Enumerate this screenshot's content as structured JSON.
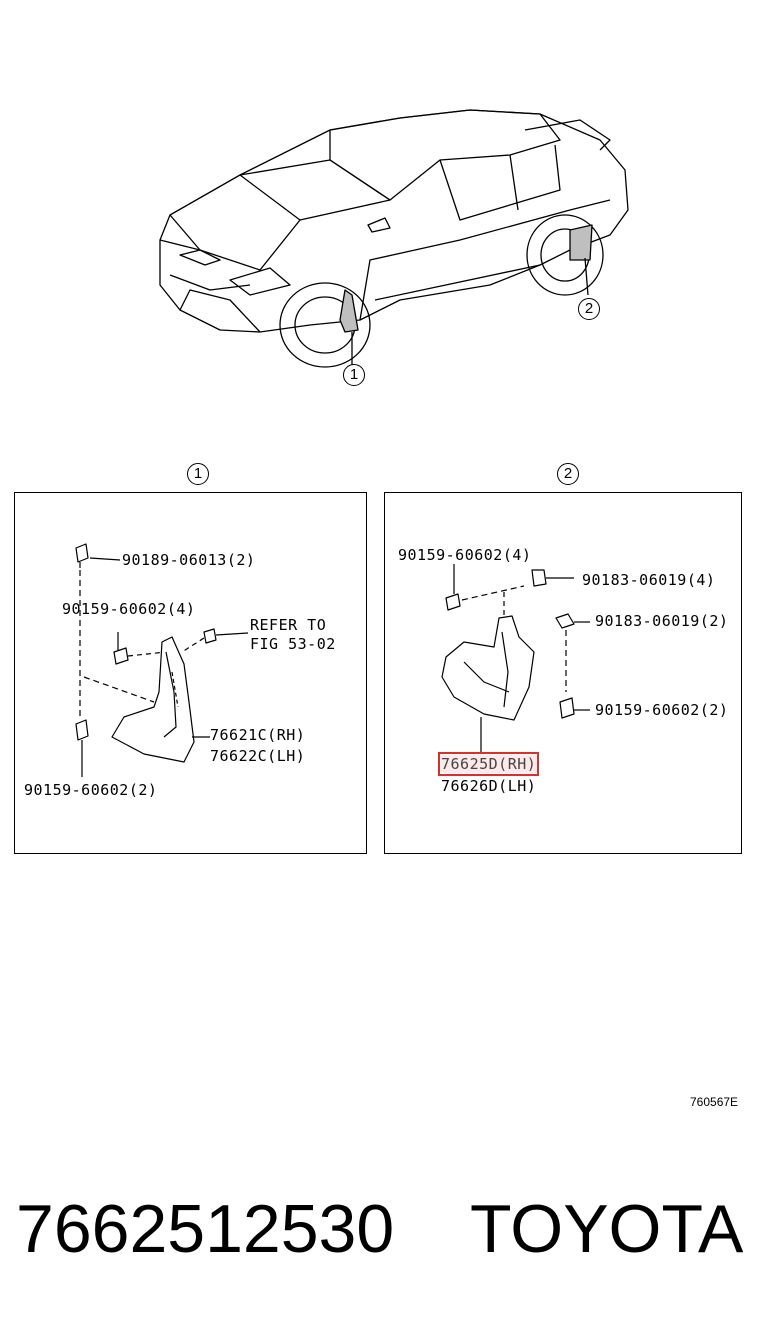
{
  "overview": {
    "callout1": "1",
    "callout2": "2"
  },
  "panel1": {
    "number": "1",
    "labels": {
      "clip": "90189-06013(2)",
      "screw_top": "90159-60602(4)",
      "refer_line1": "REFER TO",
      "refer_line2": "FIG 53-02",
      "part_rh": "76621C(RH)",
      "part_lh": "76622C(LH)",
      "screw_bottom": "90159-60602(2)"
    }
  },
  "panel2": {
    "number": "2",
    "labels": {
      "screw_top": "90159-60602(4)",
      "nut_top": "90183-06019(4)",
      "nut_mid": "90183-06019(2)",
      "screw_right": "90159-60602(2)",
      "part_rh": "76625D(RH)",
      "part_lh": "76626D(LH)"
    },
    "highlight_color": "#d9302b"
  },
  "figure_id": "760567E",
  "footer": {
    "part_number": "7662512530",
    "brand": "TOYOTA"
  }
}
